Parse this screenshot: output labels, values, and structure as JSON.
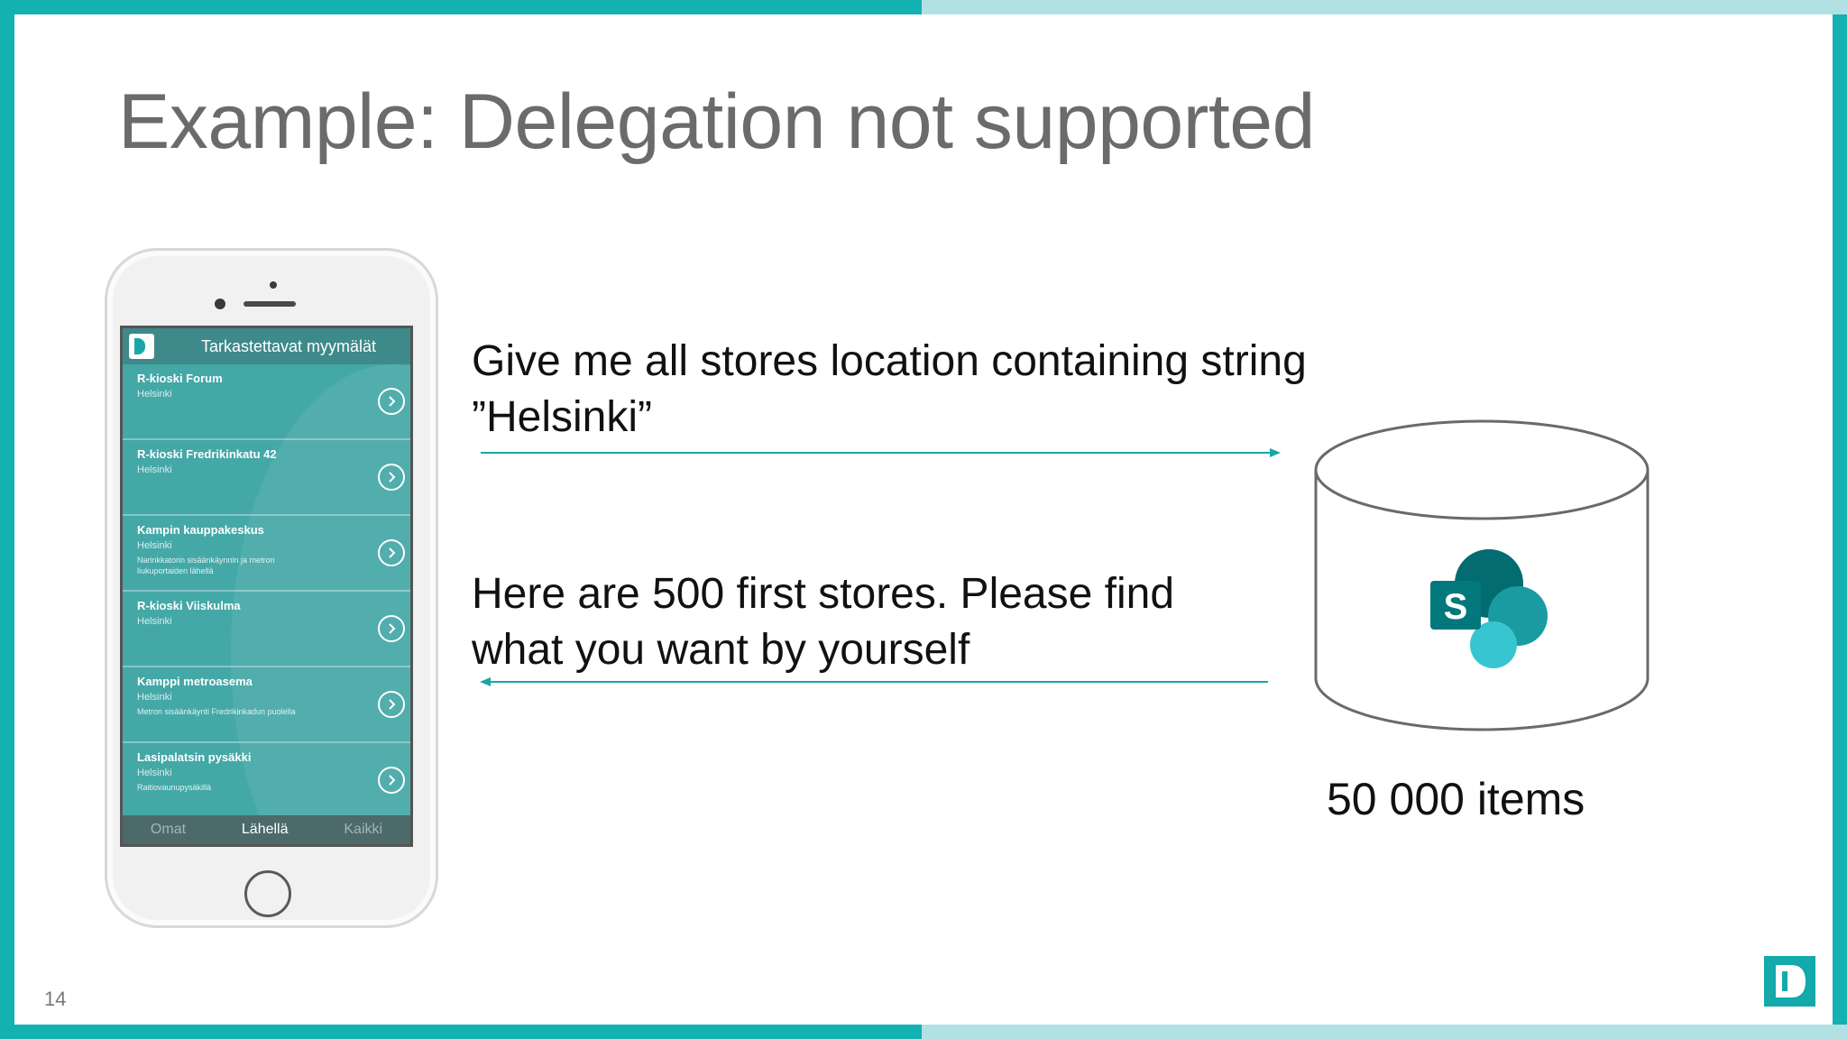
{
  "slide": {
    "title": "Example: Delegation not supported",
    "page_number": "14",
    "colors": {
      "accent": "#14b1b3",
      "accent_light": "#b2e1e4",
      "arrow": "#1aa5a7",
      "title": "#6b6b6b"
    }
  },
  "request": {
    "line1": "Give me all stores location containing string",
    "line2": "”Helsinki”"
  },
  "response": {
    "line1": "Here are 500 first stores. Please find",
    "line2": "what you want by yourself"
  },
  "database": {
    "icon": "sharepoint-icon",
    "icon_letter": "S",
    "items_label": "50 000 items"
  },
  "phone_app": {
    "title": "Tarkastettavat myymälät",
    "stores": [
      {
        "name": "R-kioski Forum",
        "city": "Helsinki",
        "note": ""
      },
      {
        "name": "R-kioski Fredrikinkatu 42",
        "city": "Helsinki",
        "note": ""
      },
      {
        "name": "Kampin kauppakeskus",
        "city": "Helsinki",
        "note": "Narinkkatorin sisäänkäynnin ja metron liukuportaiden lähellä"
      },
      {
        "name": "R-kioski Viiskulma",
        "city": "Helsinki",
        "note": ""
      },
      {
        "name": "Kamppi metroasema",
        "city": "Helsinki",
        "note": "Metron sisäänkäynti Fredrikinkadun puolella"
      },
      {
        "name": "Lasipalatsin pysäkki",
        "city": "Helsinki",
        "note": "Raitiovaunupysäkillä"
      }
    ],
    "tabs": {
      "mine": "Omat",
      "nearby": "Lähellä",
      "all": "Kaikki"
    },
    "active_tab": "Lähellä"
  }
}
